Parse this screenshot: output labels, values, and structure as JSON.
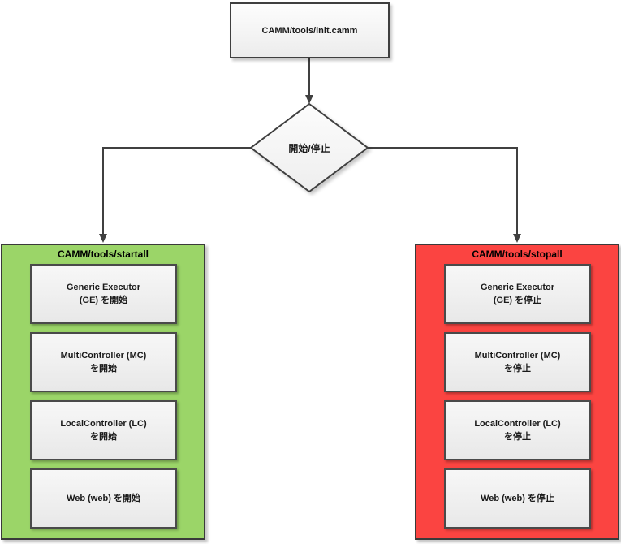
{
  "diagram": {
    "init_box": {
      "label": "CAMM/tools/init.camm"
    },
    "decision": {
      "label": "開始/停止"
    },
    "startall": {
      "title": "CAMM/tools/startall",
      "color": "#9bd568",
      "steps": [
        "Generic Executor\n(GE) を開始",
        "MultiController (MC)\nを開始",
        "LocalController (LC)\nを開始",
        "Web (web) を開始"
      ]
    },
    "stopall": {
      "title": "CAMM/tools/stopall",
      "color": "#fb4441",
      "steps": [
        "Generic Executor\n(GE) を停止",
        "MultiController (MC)\nを停止",
        "LocalController (LC)\nを停止",
        "Web (web) を停止"
      ]
    },
    "line_color": "#404040"
  }
}
